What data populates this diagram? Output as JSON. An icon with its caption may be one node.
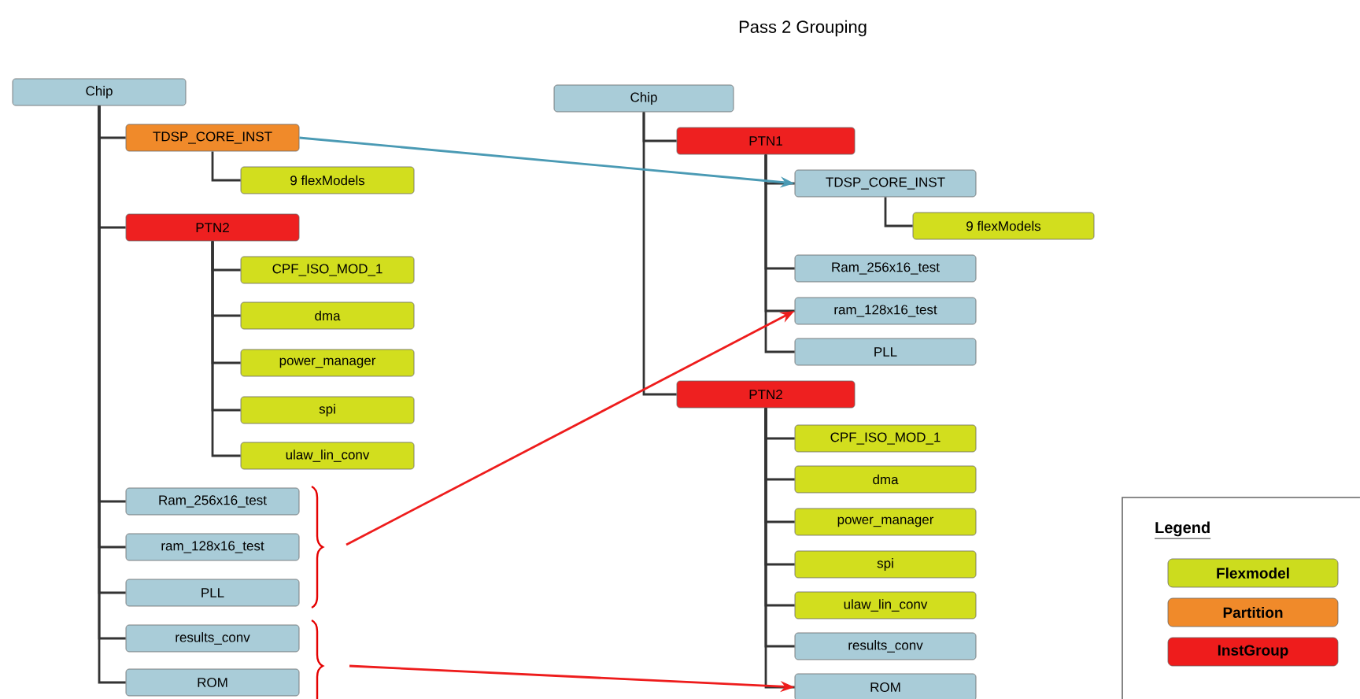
{
  "diagram": {
    "title": "Pass 2 Grouping",
    "nodes": [
      {
        "text": [
          "Chip"
        ]
      },
      {
        "text": [
          "TDSP_CORE_INST"
        ]
      },
      {
        "text": [
          "9 flexModels"
        ]
      },
      {
        "text": [
          "PTN2"
        ]
      },
      {
        "text": [
          "CPF_ISO_MOD_1"
        ]
      },
      {
        "text": [
          "dma"
        ]
      },
      {
        "text": [
          "power_manager"
        ]
      },
      {
        "text": [
          "spi"
        ]
      },
      {
        "text": [
          "ulaw_lin_conv"
        ]
      },
      {
        "text": [
          "Ram_256x16_test"
        ]
      },
      {
        "text": [
          "ram_128x16_test"
        ]
      },
      {
        "text": [
          "PLL"
        ]
      },
      {
        "text": [
          "results_conv"
        ]
      },
      {
        "text": [
          "ROM"
        ]
      },
      {
        "text": [
          "Chip"
        ]
      },
      {
        "text": [
          "PTN1"
        ]
      },
      {
        "text": [
          "TDSP_CORE_INST"
        ]
      },
      {
        "text": [
          "9 flexModels"
        ]
      },
      {
        "text": [
          "Ram_256x16_test"
        ]
      },
      {
        "text": [
          "ram_128x16_test"
        ]
      },
      {
        "text": [
          "PLL"
        ]
      },
      {
        "text": [
          "PTN2"
        ]
      },
      {
        "text": [
          "CPF_ISO_MOD_1"
        ]
      },
      {
        "text": [
          "dma"
        ]
      },
      {
        "text": [
          "power_manager"
        ]
      },
      {
        "text": [
          "spi"
        ]
      },
      {
        "text": [
          "ulaw_lin_conv"
        ]
      },
      {
        "text": [
          "results_conv"
        ]
      },
      {
        "text": [
          "ROM"
        ]
      }
    ],
    "edges": [
      {
        "from": 0,
        "to": 1,
        "arrow": "none"
      },
      {
        "from": 1,
        "to": 2,
        "arrow": "none"
      },
      {
        "from": 0,
        "to": 3,
        "arrow": "none"
      },
      {
        "from": 3,
        "to": 4,
        "arrow": "none"
      },
      {
        "from": 3,
        "to": 5,
        "arrow": "none"
      },
      {
        "from": 3,
        "to": 6,
        "arrow": "none"
      },
      {
        "from": 3,
        "to": 7,
        "arrow": "none"
      },
      {
        "from": 3,
        "to": 8,
        "arrow": "none"
      },
      {
        "from": 0,
        "to": 9,
        "arrow": "none"
      },
      {
        "from": 0,
        "to": 10,
        "arrow": "none"
      },
      {
        "from": 0,
        "to": 11,
        "arrow": "none"
      },
      {
        "from": 0,
        "to": 12,
        "arrow": "none"
      },
      {
        "from": 0,
        "to": 13,
        "arrow": "none"
      },
      {
        "from": 14,
        "to": 15,
        "arrow": "none"
      },
      {
        "from": 15,
        "to": 16,
        "arrow": "none"
      },
      {
        "from": 16,
        "to": 17,
        "arrow": "none"
      },
      {
        "from": 15,
        "to": 18,
        "arrow": "none"
      },
      {
        "from": 15,
        "to": 19,
        "arrow": "none"
      },
      {
        "from": 15,
        "to": 20,
        "arrow": "none"
      },
      {
        "from": 14,
        "to": 21,
        "arrow": "none"
      },
      {
        "from": 21,
        "to": 22,
        "arrow": "none"
      },
      {
        "from": 21,
        "to": 23,
        "arrow": "none"
      },
      {
        "from": 21,
        "to": 24,
        "arrow": "none"
      },
      {
        "from": 21,
        "to": 25,
        "arrow": "none"
      },
      {
        "from": 21,
        "to": 26,
        "arrow": "none"
      },
      {
        "from": 21,
        "to": 27,
        "arrow": "none"
      },
      {
        "from": 21,
        "to": 28,
        "arrow": "none"
      },
      {
        "from": 1,
        "to": 16,
        "arrow": "to",
        "color": "#4a9ab4"
      },
      {
        "from": null,
        "to": 19,
        "arrow": "to",
        "color": "#ee1c1c"
      },
      {
        "from": null,
        "to": 28,
        "arrow": "to",
        "color": "#ee1c1c"
      }
    ],
    "labels": [
      "Legend"
    ],
    "legend": [
      {
        "text": "Flexmodel",
        "color": "#ccdc1e"
      },
      {
        "text": "Partition",
        "color": "#f08a2a"
      },
      {
        "text": "InstGroup",
        "color": "#ee1c1c"
      }
    ]
  }
}
